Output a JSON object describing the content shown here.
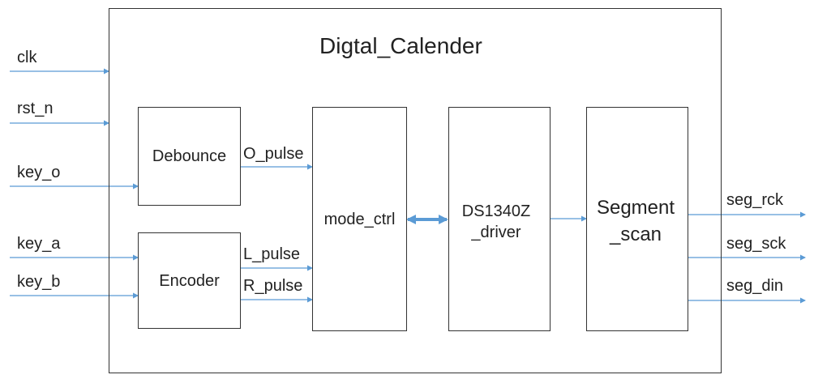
{
  "title": "Digtal_Calender",
  "inputs": {
    "clk": "clk",
    "rst_n": "rst_n",
    "key_o": "key_o",
    "key_a": "key_a",
    "key_b": "key_b"
  },
  "blocks": {
    "debounce": "Debounce",
    "encoder": "Encoder",
    "mode_ctrl": "mode_ctrl",
    "ds1340z_driver": "DS1340Z\n_driver",
    "segment_scan": "Segment\n_scan"
  },
  "signals": {
    "o_pulse": "O_pulse",
    "l_pulse": "L_pulse",
    "r_pulse": "R_pulse"
  },
  "outputs": {
    "seg_rck": "seg_rck",
    "seg_sck": "seg_sck",
    "seg_din": "seg_din"
  },
  "colors": {
    "arrow": "#5b9bd5",
    "border": "#333333"
  }
}
